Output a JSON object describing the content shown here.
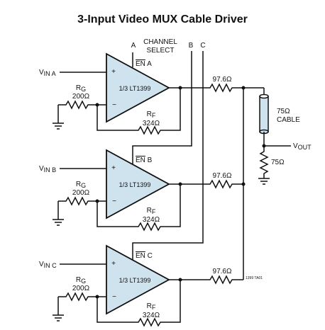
{
  "title": "3-Input Video MUX Cable Driver",
  "channel_select": {
    "line1": "CHANNEL",
    "line2": "SELECT"
  },
  "select_lines": [
    "A",
    "B",
    "C"
  ],
  "stages": [
    {
      "input_main": "V",
      "input_sub": "IN A",
      "enable": "EN",
      "enable_suffix": " A",
      "amp_label": "1/3 LT1399",
      "rg_main": "R",
      "rg_sub": "G",
      "rg_value": "200Ω",
      "rf_main": "R",
      "rf_sub": "F",
      "rf_value": "324Ω",
      "rout": "97.6Ω",
      "plus": "+",
      "minus": "−"
    },
    {
      "input_main": "V",
      "input_sub": "IN B",
      "enable": "EN",
      "enable_suffix": " B",
      "amp_label": "1/3 LT1399",
      "rg_main": "R",
      "rg_sub": "G",
      "rg_value": "200Ω",
      "rf_main": "R",
      "rf_sub": "F",
      "rf_value": "324Ω",
      "rout": "97.6Ω",
      "plus": "+",
      "minus": "−"
    },
    {
      "input_main": "V",
      "input_sub": "IN C",
      "enable": "EN",
      "enable_suffix": " C",
      "amp_label": "1/3 LT1399",
      "rg_main": "R",
      "rg_sub": "G",
      "rg_value": "200Ω",
      "rf_main": "R",
      "rf_sub": "F",
      "rf_value": "324Ω",
      "rout": "97.6Ω",
      "plus": "+",
      "minus": "−"
    }
  ],
  "cable": {
    "value": "75Ω",
    "label": "CABLE"
  },
  "vout": {
    "main": "V",
    "sub": "OUT"
  },
  "load": "75Ω",
  "figure_code": "1399 TA01"
}
